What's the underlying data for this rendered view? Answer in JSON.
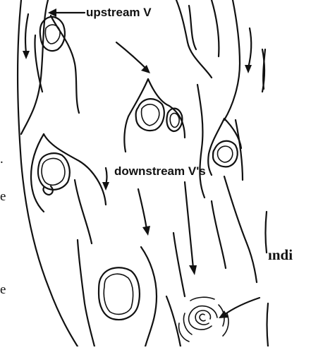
{
  "labels": {
    "upstream": "upstream V",
    "downstream": "downstream V's"
  },
  "side_text": {
    "dot": ".",
    "e1": "e",
    "e2": "e",
    "undi": "ındi"
  }
}
